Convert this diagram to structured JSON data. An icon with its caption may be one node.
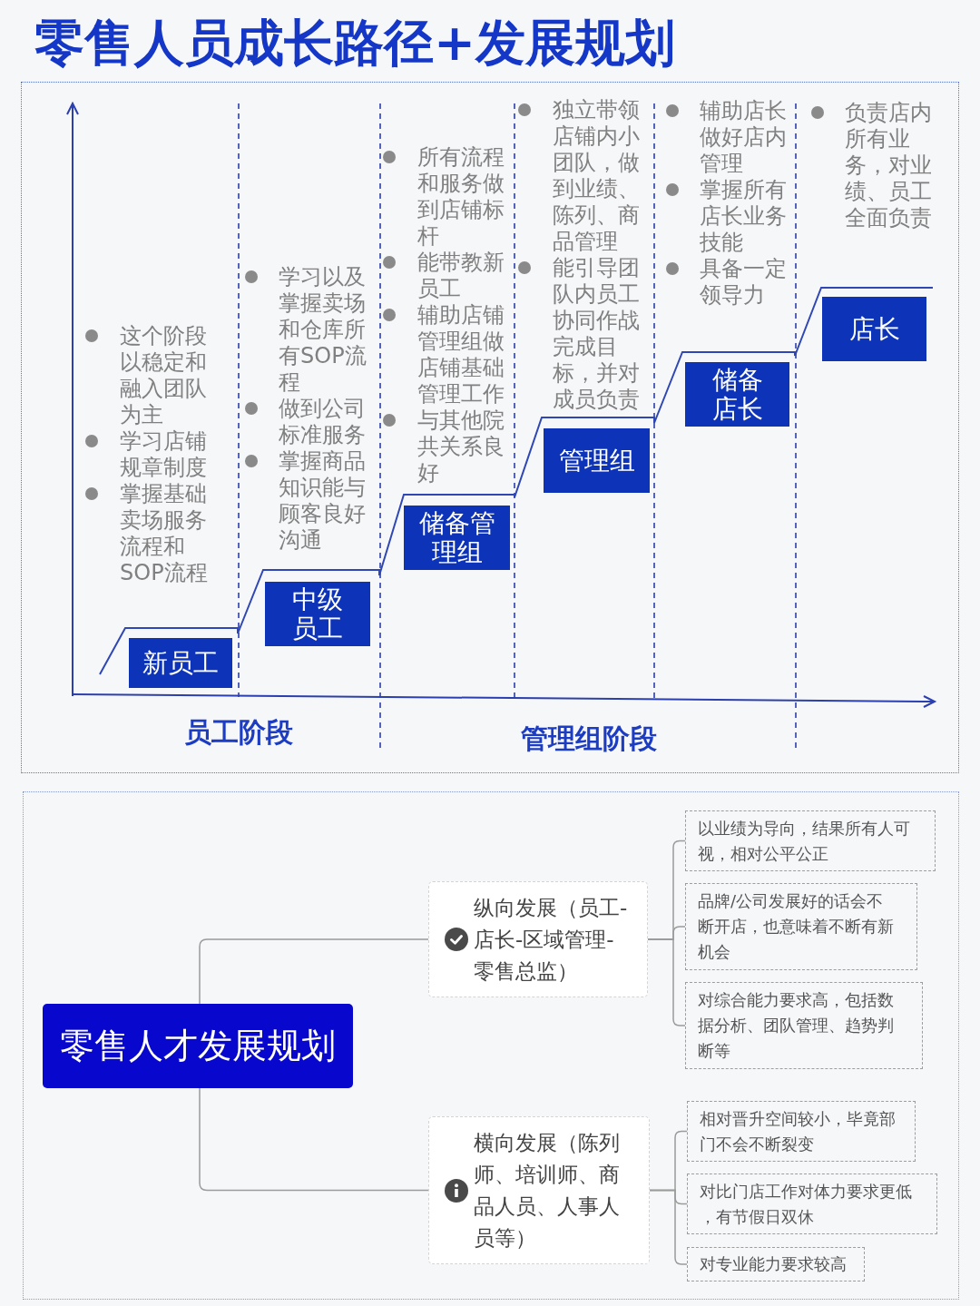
{
  "diagram": {
    "title": "零售人员成长路径+发展规划",
    "nodes": [
      {
        "text": [
          "新员工"
        ],
        "beside": [
          "这个阶段以稳定和融入团队为主",
          "学习店铺规章制度",
          "掌握基础卖场服务流程和SOP流程"
        ]
      },
      {
        "text": [
          "中级员工"
        ],
        "beside": [
          "学习以及掌握卖场和仓库所有SOP流程",
          "做到公司标准服务",
          "掌握商品知识能与顾客良好沟通"
        ]
      },
      {
        "text": [
          "储备管理组"
        ],
        "beside": [
          "所有流程和服务做到店铺标杆",
          "能带教新员工",
          "辅助店铺管理组做店铺基础管理工作",
          "与其他院共关系良好"
        ]
      },
      {
        "text": [
          "管理组"
        ],
        "beside": [
          "独立带领店铺内小团队，做到业绩、陈列、商品管理",
          "能引导团队内员工协同作战完成目标，并对成员负责"
        ]
      },
      {
        "text": [
          "储备店长"
        ],
        "beside": [
          "辅助店长做好店内管理",
          "掌握所有店长业务技能",
          "具备一定领导力"
        ]
      },
      {
        "text": [
          "店长"
        ],
        "beside": [
          "负责店内所有业务，对业绩、员工全面负责"
        ]
      },
      {
        "text": [
          "零售人才发展规划"
        ]
      },
      {
        "text": [
          "纵向发展（员工-店长-区域管理-零售总监）"
        ]
      },
      {
        "text": [
          "以业绩为导向，结果所有人可视，相对公平公正"
        ]
      },
      {
        "text": [
          "品牌/公司发展好的话会不断开店，也意味着不断有新机会"
        ]
      },
      {
        "text": [
          "对综合能力要求高，包括数据分析、团队管理、趋势判断等"
        ]
      },
      {
        "text": [
          "横向发展（陈列师、培训师、商品人员、人事人员等）"
        ]
      },
      {
        "text": [
          "相对晋升空间较小，毕竟部门不会不断裂变"
        ]
      },
      {
        "text": [
          "对比门店工作对体力要求更低，有节假日双休"
        ]
      },
      {
        "text": [
          "对专业能力要求较高"
        ]
      }
    ],
    "edges": [
      {
        "from": 6,
        "to": 7,
        "arrow": "none"
      },
      {
        "from": 6,
        "to": 11,
        "arrow": "none"
      },
      {
        "from": 7,
        "to": 8,
        "arrow": "none"
      },
      {
        "from": 7,
        "to": 9,
        "arrow": "none"
      },
      {
        "from": 7,
        "to": 10,
        "arrow": "none"
      },
      {
        "from": 11,
        "to": 12,
        "arrow": "none"
      },
      {
        "from": 11,
        "to": 13,
        "arrow": "none"
      },
      {
        "from": 11,
        "to": 14,
        "arrow": "none"
      }
    ],
    "labels": [
      "员工阶段",
      "管理组阶段"
    ]
  }
}
